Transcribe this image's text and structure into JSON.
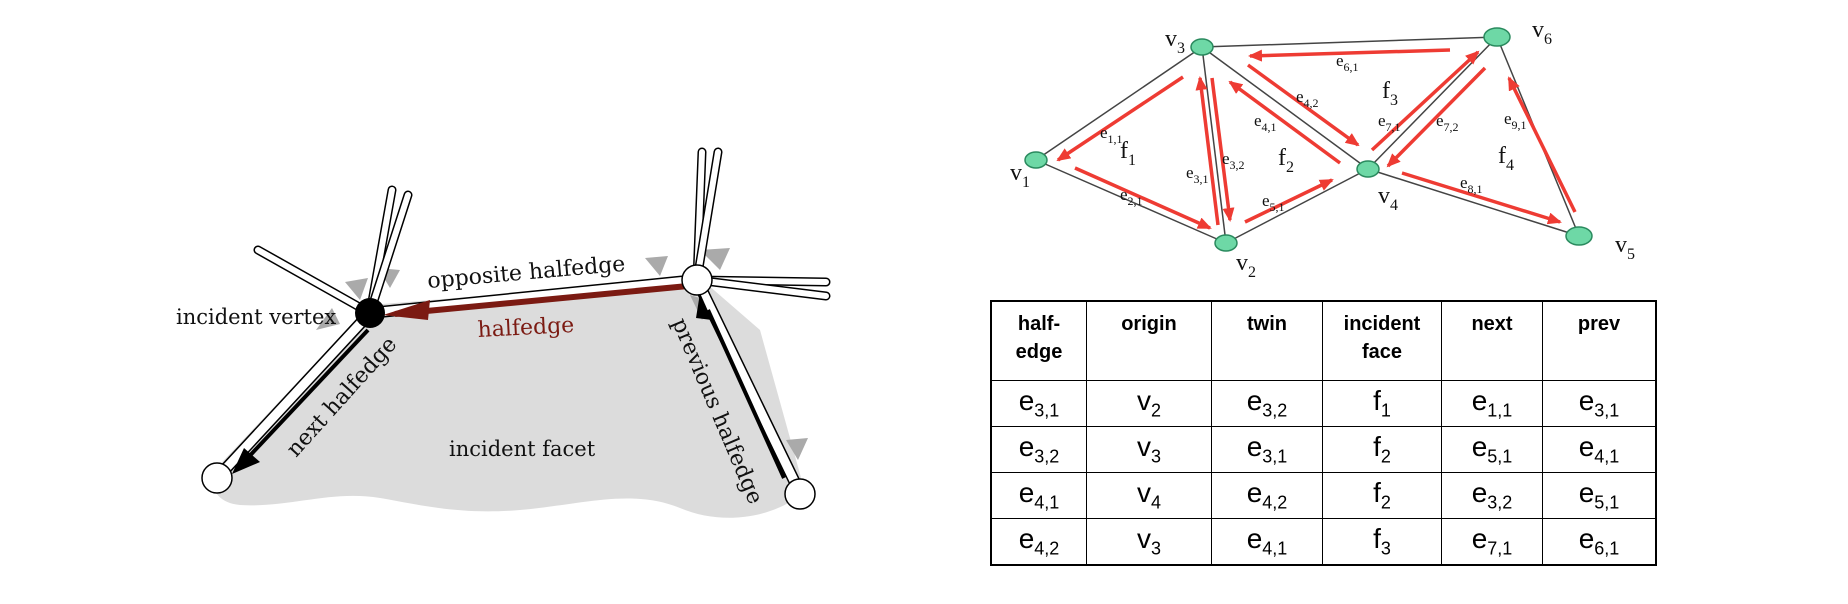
{
  "left_diagram": {
    "labels": {
      "incident_vertex": "incident vertex",
      "opposite_halfedge": "opposite halfedge",
      "halfedge": "halfedge",
      "next_halfedge": "next halfedge",
      "previous_halfedge": "previous halfedge",
      "incident_facet": "incident facet"
    },
    "colors": {
      "halfedge": "#7b1a12",
      "facet": "#dcdcdc",
      "edge": "#000000"
    }
  },
  "mesh_diagram": {
    "vertices": [
      {
        "base": "v",
        "sub": "1"
      },
      {
        "base": "v",
        "sub": "2"
      },
      {
        "base": "v",
        "sub": "3"
      },
      {
        "base": "v",
        "sub": "4"
      },
      {
        "base": "v",
        "sub": "5"
      },
      {
        "base": "v",
        "sub": "6"
      }
    ],
    "faces": [
      {
        "base": "f",
        "sub": "1"
      },
      {
        "base": "f",
        "sub": "2"
      },
      {
        "base": "f",
        "sub": "3"
      },
      {
        "base": "f",
        "sub": "4"
      }
    ],
    "halfedges": [
      {
        "base": "e",
        "sub": "1,1"
      },
      {
        "base": "e",
        "sub": "2,1"
      },
      {
        "base": "e",
        "sub": "3,1"
      },
      {
        "base": "e",
        "sub": "3,2"
      },
      {
        "base": "e",
        "sub": "4,1"
      },
      {
        "base": "e",
        "sub": "4,2"
      },
      {
        "base": "e",
        "sub": "5,1"
      },
      {
        "base": "e",
        "sub": "6,1"
      },
      {
        "base": "e",
        "sub": "7,1"
      },
      {
        "base": "e",
        "sub": "7,2"
      },
      {
        "base": "e",
        "sub": "8,1"
      },
      {
        "base": "e",
        "sub": "9,1"
      }
    ],
    "colors": {
      "arrow": "#ee3b33",
      "vertex": "#6ed8a6",
      "edge": "#555555"
    }
  },
  "table": {
    "headers": [
      [
        "half-",
        "edge"
      ],
      [
        "origin"
      ],
      [
        "twin"
      ],
      [
        "incident",
        "face"
      ],
      [
        "next"
      ],
      [
        "prev"
      ]
    ],
    "rows": [
      [
        {
          "b": "e",
          "s": "3,1"
        },
        {
          "b": "v",
          "s": "2"
        },
        {
          "b": "e",
          "s": "3,2"
        },
        {
          "b": "f",
          "s": "1"
        },
        {
          "b": "e",
          "s": "1,1"
        },
        {
          "b": "e",
          "s": "3,1"
        }
      ],
      [
        {
          "b": "e",
          "s": "3,2"
        },
        {
          "b": "v",
          "s": "3"
        },
        {
          "b": "e",
          "s": "3,1"
        },
        {
          "b": "f",
          "s": "2"
        },
        {
          "b": "e",
          "s": "5,1"
        },
        {
          "b": "e",
          "s": "4,1"
        }
      ],
      [
        {
          "b": "e",
          "s": "4,1"
        },
        {
          "b": "v",
          "s": "4"
        },
        {
          "b": "e",
          "s": "4,2"
        },
        {
          "b": "f",
          "s": "2"
        },
        {
          "b": "e",
          "s": "3,2"
        },
        {
          "b": "e",
          "s": "5,1"
        }
      ],
      [
        {
          "b": "e",
          "s": "4,2"
        },
        {
          "b": "v",
          "s": "3"
        },
        {
          "b": "e",
          "s": "4,1"
        },
        {
          "b": "f",
          "s": "3"
        },
        {
          "b": "e",
          "s": "7,1"
        },
        {
          "b": "e",
          "s": "6,1"
        }
      ]
    ]
  }
}
